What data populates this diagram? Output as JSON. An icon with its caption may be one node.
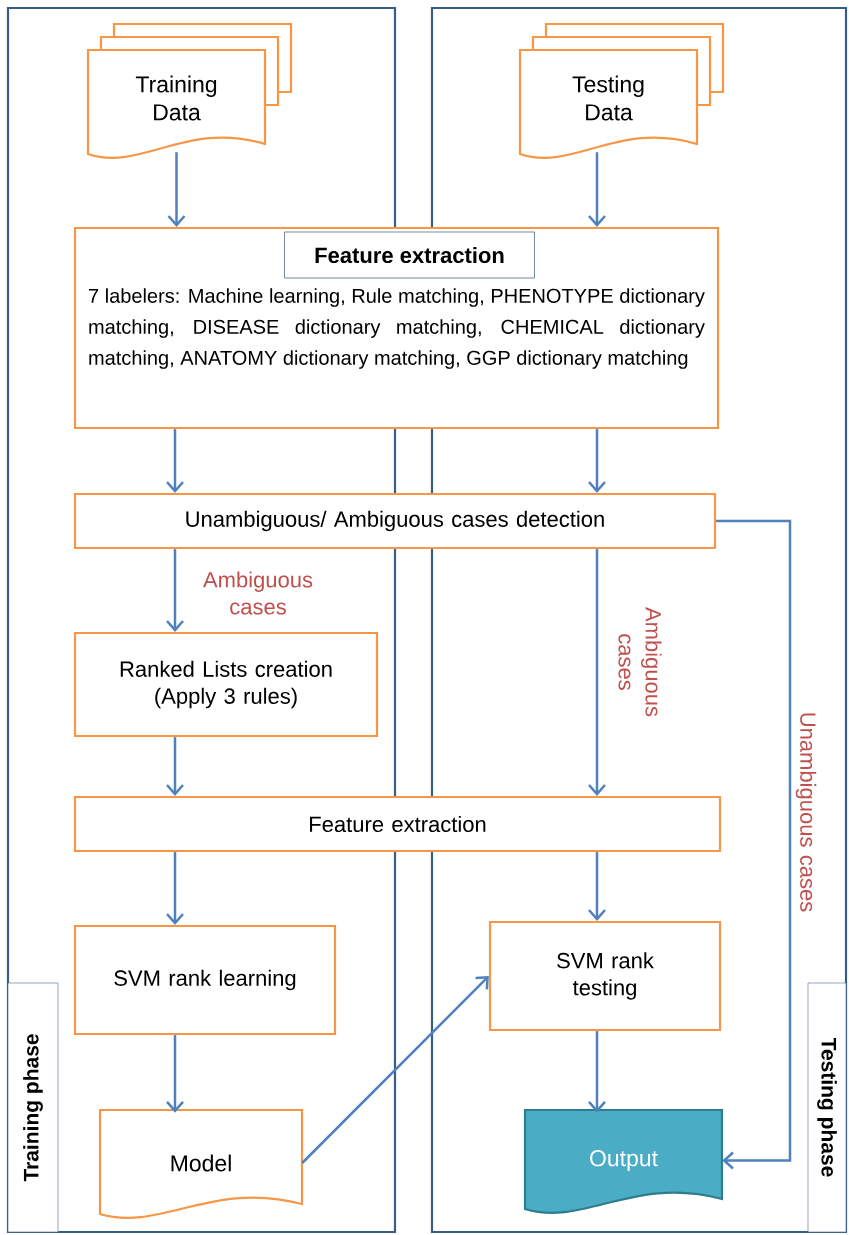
{
  "diagram": {
    "nodes": [
      {
        "text": [],
        "shape": "box"
      },
      {
        "text": [
          "Training phase"
        ],
        "in": 0
      },
      {
        "text": [],
        "shape": "box"
      },
      {
        "text": [
          "Testing phase"
        ],
        "in": 2
      },
      {
        "text": [
          "Training Data"
        ],
        "in": 0
      },
      {
        "text": [
          "Testing Data"
        ],
        "in": 2
      },
      {
        "text": [
          "Feature extraction",
          "7 labelers: Machine learning, Rule matching, PHENOTYPE dictionary matching, DISEASE dictionary matching, CHEMICAL dictionary matching, ANATOMY dictionary matching, GGP dictionary matching"
        ]
      },
      {
        "text": [
          "Unambiguous/ Ambiguous cases detection"
        ]
      },
      {
        "text": [
          "Ranked Lists creation (Apply 3 rules)"
        ],
        "in": 0
      },
      {
        "text": [
          "Feature extraction"
        ]
      },
      {
        "text": [
          "SVM rank learning"
        ],
        "in": 0
      },
      {
        "text": [
          "SVM rank testing"
        ],
        "in": 2
      },
      {
        "text": [
          "Model"
        ],
        "in": 0
      },
      {
        "text": [
          "Output"
        ],
        "in": 2
      }
    ],
    "edges": [
      {
        "from": 4,
        "to": 6,
        "arrow": "to"
      },
      {
        "from": 5,
        "to": 6,
        "arrow": "to"
      },
      {
        "from": 6,
        "to": 7,
        "arrow": "to"
      },
      {
        "from": 6,
        "to": 7,
        "arrow": "to"
      },
      {
        "from": 7,
        "to": 8,
        "arrow": "to",
        "label": "Ambiguous cases"
      },
      {
        "from": 8,
        "to": 9,
        "arrow": "to"
      },
      {
        "from": 7,
        "to": 9,
        "arrow": "to",
        "label": "Ambiguous cases"
      },
      {
        "from": 9,
        "to": 10,
        "arrow": "to"
      },
      {
        "from": 9,
        "to": 11,
        "arrow": "to"
      },
      {
        "from": 10,
        "to": 12,
        "arrow": "to"
      },
      {
        "from": 12,
        "to": 11,
        "arrow": "to"
      },
      {
        "from": 11,
        "to": 13,
        "arrow": "to"
      },
      {
        "from": 7,
        "to": 13,
        "arrow": "to",
        "label": "Unambiguous cases"
      }
    ]
  }
}
